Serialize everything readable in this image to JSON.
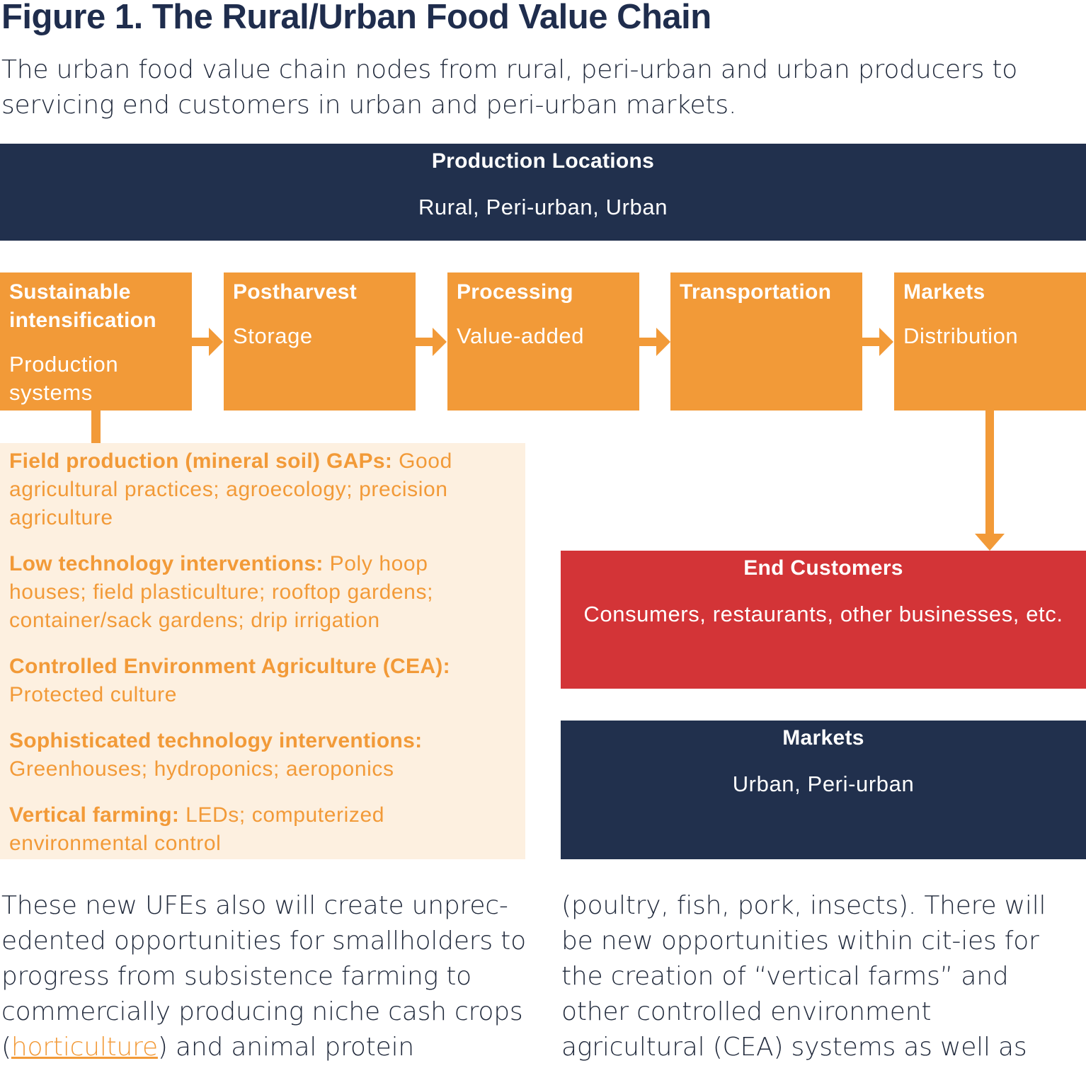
{
  "figure": {
    "title": "Figure 1. The Rural/Urban Food Value Chain",
    "subtitle": "The urban food value chain nodes from rural, peri-urban and urban producers to servicing end customers in urban and peri-urban markets."
  },
  "production_banner": {
    "title": "Production Locations",
    "subtitle": "Rural, Peri-urban, Urban"
  },
  "chain_steps": [
    {
      "title": "Sustainable intensification",
      "subtitle": "Production systems"
    },
    {
      "title": "Postharvest",
      "subtitle": "Storage"
    },
    {
      "title": "Processing",
      "subtitle": "Value-added"
    },
    {
      "title": "Transportation",
      "subtitle": ""
    },
    {
      "title": "Markets",
      "subtitle": "Distribution"
    }
  ],
  "production_details": [
    {
      "label": "Field production (mineral soil) GAPs:",
      "text": " Good agricultural practices; agroecology; precision agriculture"
    },
    {
      "label": "Low technology interventions:",
      "text": " Poly hoop houses; field plasticulture; rooftop gardens; container/sack gardens; drip irrigation"
    },
    {
      "label": "Controlled Environment Agriculture (CEA):",
      "text": " Protected culture"
    },
    {
      "label": "Sophisticated technology interventions:",
      "text": " Greenhouses; hydroponics; aeroponics"
    },
    {
      "label": "Vertical farming:",
      "text": " LEDs; computerized environmental control"
    }
  ],
  "end_customers": {
    "title": "End Customers",
    "subtitle": "Consumers, restaurants, other businesses, etc."
  },
  "markets_banner": {
    "title": "Markets",
    "subtitle": "Urban, Peri-urban"
  },
  "body_text": {
    "left_before_link": "These new UFEs also will create unprec-edented opportunities for smallholders to progress from subsistence farming to commercially producing niche cash crops (",
    "link": "horticulture",
    "left_after_link": ") and animal protein",
    "right": "(poultry, fish, pork, insects). There will be new opportunities within cit-ies for the creation of “vertical farms” and other controlled environment agricultural (CEA) systems as well as"
  },
  "colors": {
    "navy": "#21304d",
    "orange": "#f29a38",
    "red": "#d33437",
    "light_orange": "#fdf0e0"
  }
}
